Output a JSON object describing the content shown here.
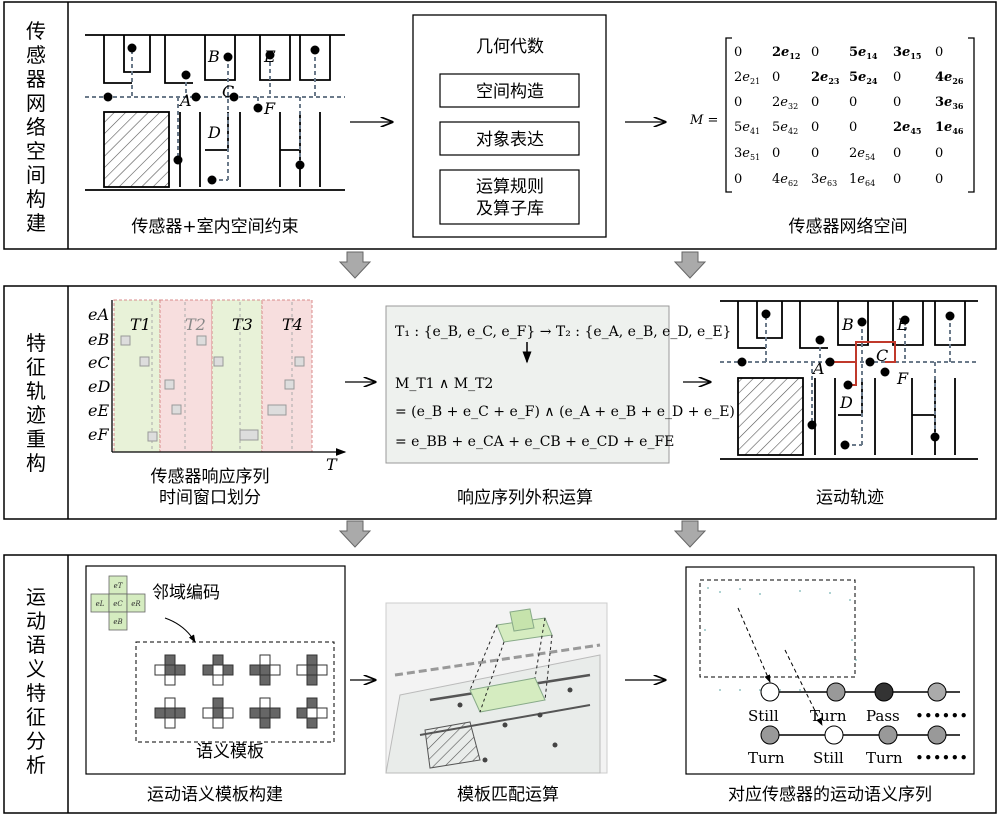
{
  "rows": [
    {
      "side": [
        "传",
        "感",
        "器",
        "网",
        "络",
        "空",
        "间",
        "构",
        "建"
      ],
      "captions": [
        "传感器+室内空间约束",
        "传感器网络空间"
      ],
      "ga": {
        "title": "几何代数",
        "items": [
          "空间构造",
          "对象表达",
          "运算规则",
          "及算子库"
        ]
      }
    },
    {
      "side": [
        "特",
        "征",
        "轨",
        "迹",
        "重",
        "构"
      ],
      "captions": [
        "传感器响应序列",
        "时间窗口划分",
        "响应序列外积运算",
        "运动轨迹"
      ]
    },
    {
      "side": [
        "运",
        "动",
        "语",
        "义",
        "特",
        "征",
        "分",
        "析"
      ],
      "captions": [
        "运动语义模板构建",
        "模板匹配运算",
        "对应传感器的运动语义序列"
      ],
      "neighborhood_label": "邻域编码",
      "template_label": "语义模板"
    }
  ],
  "floorplan_labels": [
    "A",
    "B",
    "C",
    "D",
    "E",
    "F"
  ],
  "matrix": {
    "name": "M =",
    "rows": [
      [
        "0",
        "2e12",
        "0",
        "5e14",
        "3e15",
        "0"
      ],
      [
        "2e21",
        "0",
        "2e23",
        "5e24",
        "0",
        "4e26"
      ],
      [
        "0",
        "2e32",
        "0",
        "0",
        "0",
        "3e36"
      ],
      [
        "5e41",
        "5e42",
        "0",
        "0",
        "2e45",
        "1e46"
      ],
      [
        "3e51",
        "0",
        "0",
        "2e54",
        "0",
        "0"
      ],
      [
        "0",
        "4e62",
        "3e63",
        "1e64",
        "0",
        "0"
      ]
    ]
  },
  "sensor_chart": {
    "rows": [
      "eA",
      "eB",
      "eC",
      "eD",
      "eE",
      "eF"
    ],
    "windows": [
      "T1",
      "T2",
      "T3",
      "T4"
    ],
    "axis": "T"
  },
  "formula": {
    "line1": "T₁ : {e_B, e_C, e_F} → T₂ : {e_A, e_B, e_D, e_E}",
    "line2": "M_T1 ∧ M_T2",
    "line3": "= (e_B + e_C + e_F) ∧ (e_A + e_B + e_D + e_E)",
    "line4": "= e_BB + e_CA + e_CB + e_CD + e_FE"
  },
  "semantic": {
    "row1": [
      "Still",
      "Turn",
      "Pass",
      "••••••"
    ],
    "row2": [
      "Turn",
      "Still",
      "Turn",
      "••••••"
    ]
  },
  "neighborhood_cells": [
    "eT",
    "eL",
    "eC",
    "eR",
    "eB"
  ]
}
